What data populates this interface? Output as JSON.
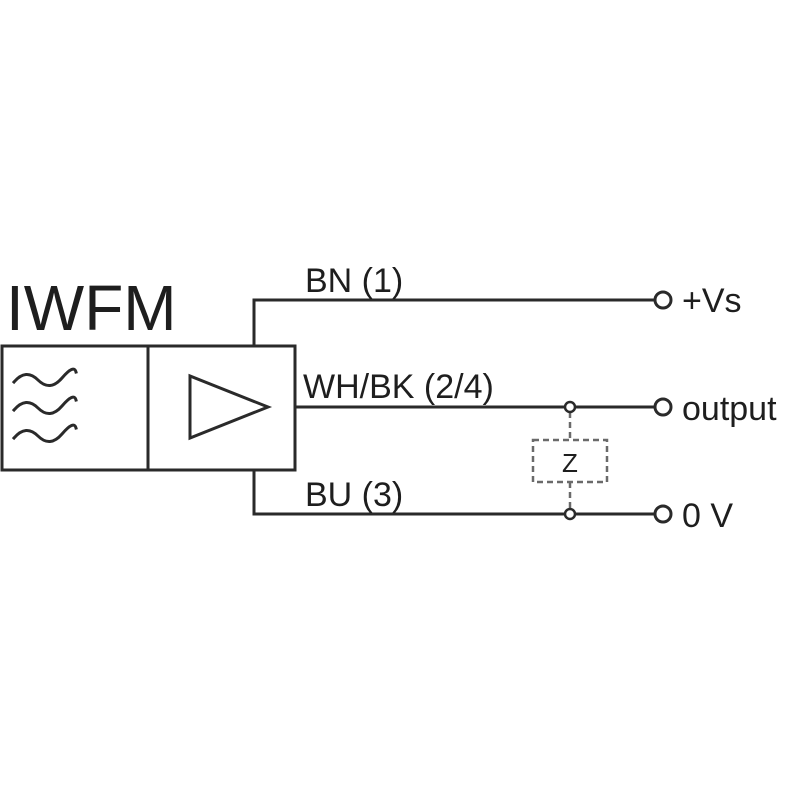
{
  "title": "IWFM",
  "wires": [
    {
      "id": "bn",
      "label": "BN (1)",
      "terminal": "+Vs"
    },
    {
      "id": "wh",
      "label": "WH/BK (2/4)",
      "terminal": "output"
    },
    {
      "id": "bu",
      "label": "BU (3)",
      "terminal": "0 V"
    }
  ],
  "load_label": "Z",
  "icons": {
    "sensor_field": "wave-lines-icon",
    "amplifier": "triangle-amplifier-icon"
  },
  "colors": {
    "line": "#2a2a2a",
    "dashed": "#6a6a6a",
    "background": "#ffffff"
  }
}
